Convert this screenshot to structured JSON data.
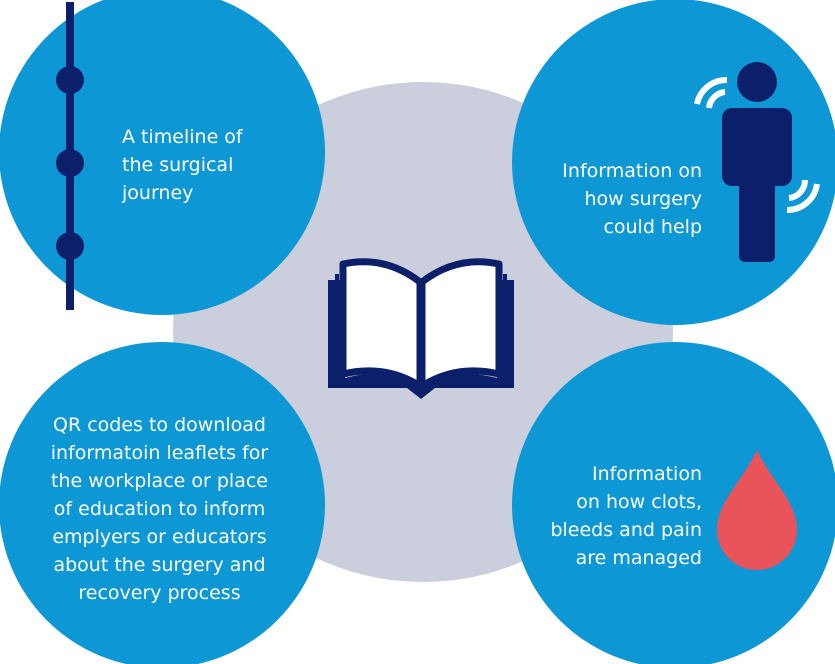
{
  "colors": {
    "circle_blue": "#0d97d5",
    "center_grey": "#cbcfdd",
    "navy": "#0b1f6b",
    "drop_red": "#e9535a",
    "white": "#ffffff"
  },
  "icons": {
    "center": "open-book-icon",
    "top_left": "timeline-icon",
    "top_right": "person-signal-icon",
    "bottom_right": "blood-drop-icon"
  },
  "items": {
    "top_left": "A timeline of\nthe surgical\njourney",
    "top_right": "Information on\nhow surgery\ncould help",
    "bottom_left": "QR codes to download\ninformatoin leaflets for\nthe workplace or place\nof education to inform\nemplyers or educators\nabout the surgery and\nrecovery process",
    "bottom_right": "Information\non how clots,\nbleeds and pain\nare managed"
  }
}
